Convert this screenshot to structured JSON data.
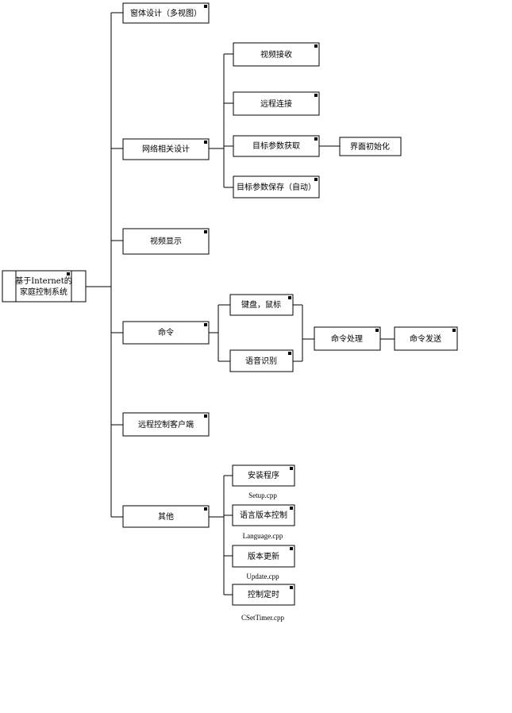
{
  "root": {
    "line1": "基于Internet的",
    "line2": "家庭控制系统"
  },
  "modules": {
    "window_design": "窗体设计（多视图）",
    "network_design": "网络相关设计",
    "video_display": "视频显示",
    "command": "命令",
    "remote_client": "远程控制客户端",
    "other": "其他"
  },
  "network": {
    "video_receive": "视频接收",
    "remote_connect": "远程连接",
    "target_param_get": "目标参数获取",
    "ui_init": "界面初始化",
    "target_param_save": "目标参数保存（自动）"
  },
  "command": {
    "keyboard_mouse": "键盘，鼠标",
    "voice_recognition": "语音识别",
    "command_process": "命令处理",
    "command_send": "命令发送"
  },
  "other": {
    "install": {
      "label": "安装程序",
      "file": "Setup.cpp"
    },
    "language": {
      "label": "语言版本控制",
      "file": "Language.cpp"
    },
    "update": {
      "label": "版本更新",
      "file": "Update.cpp"
    },
    "timer": {
      "label": "控制定时",
      "file": "CSetTimer.cpp"
    }
  }
}
